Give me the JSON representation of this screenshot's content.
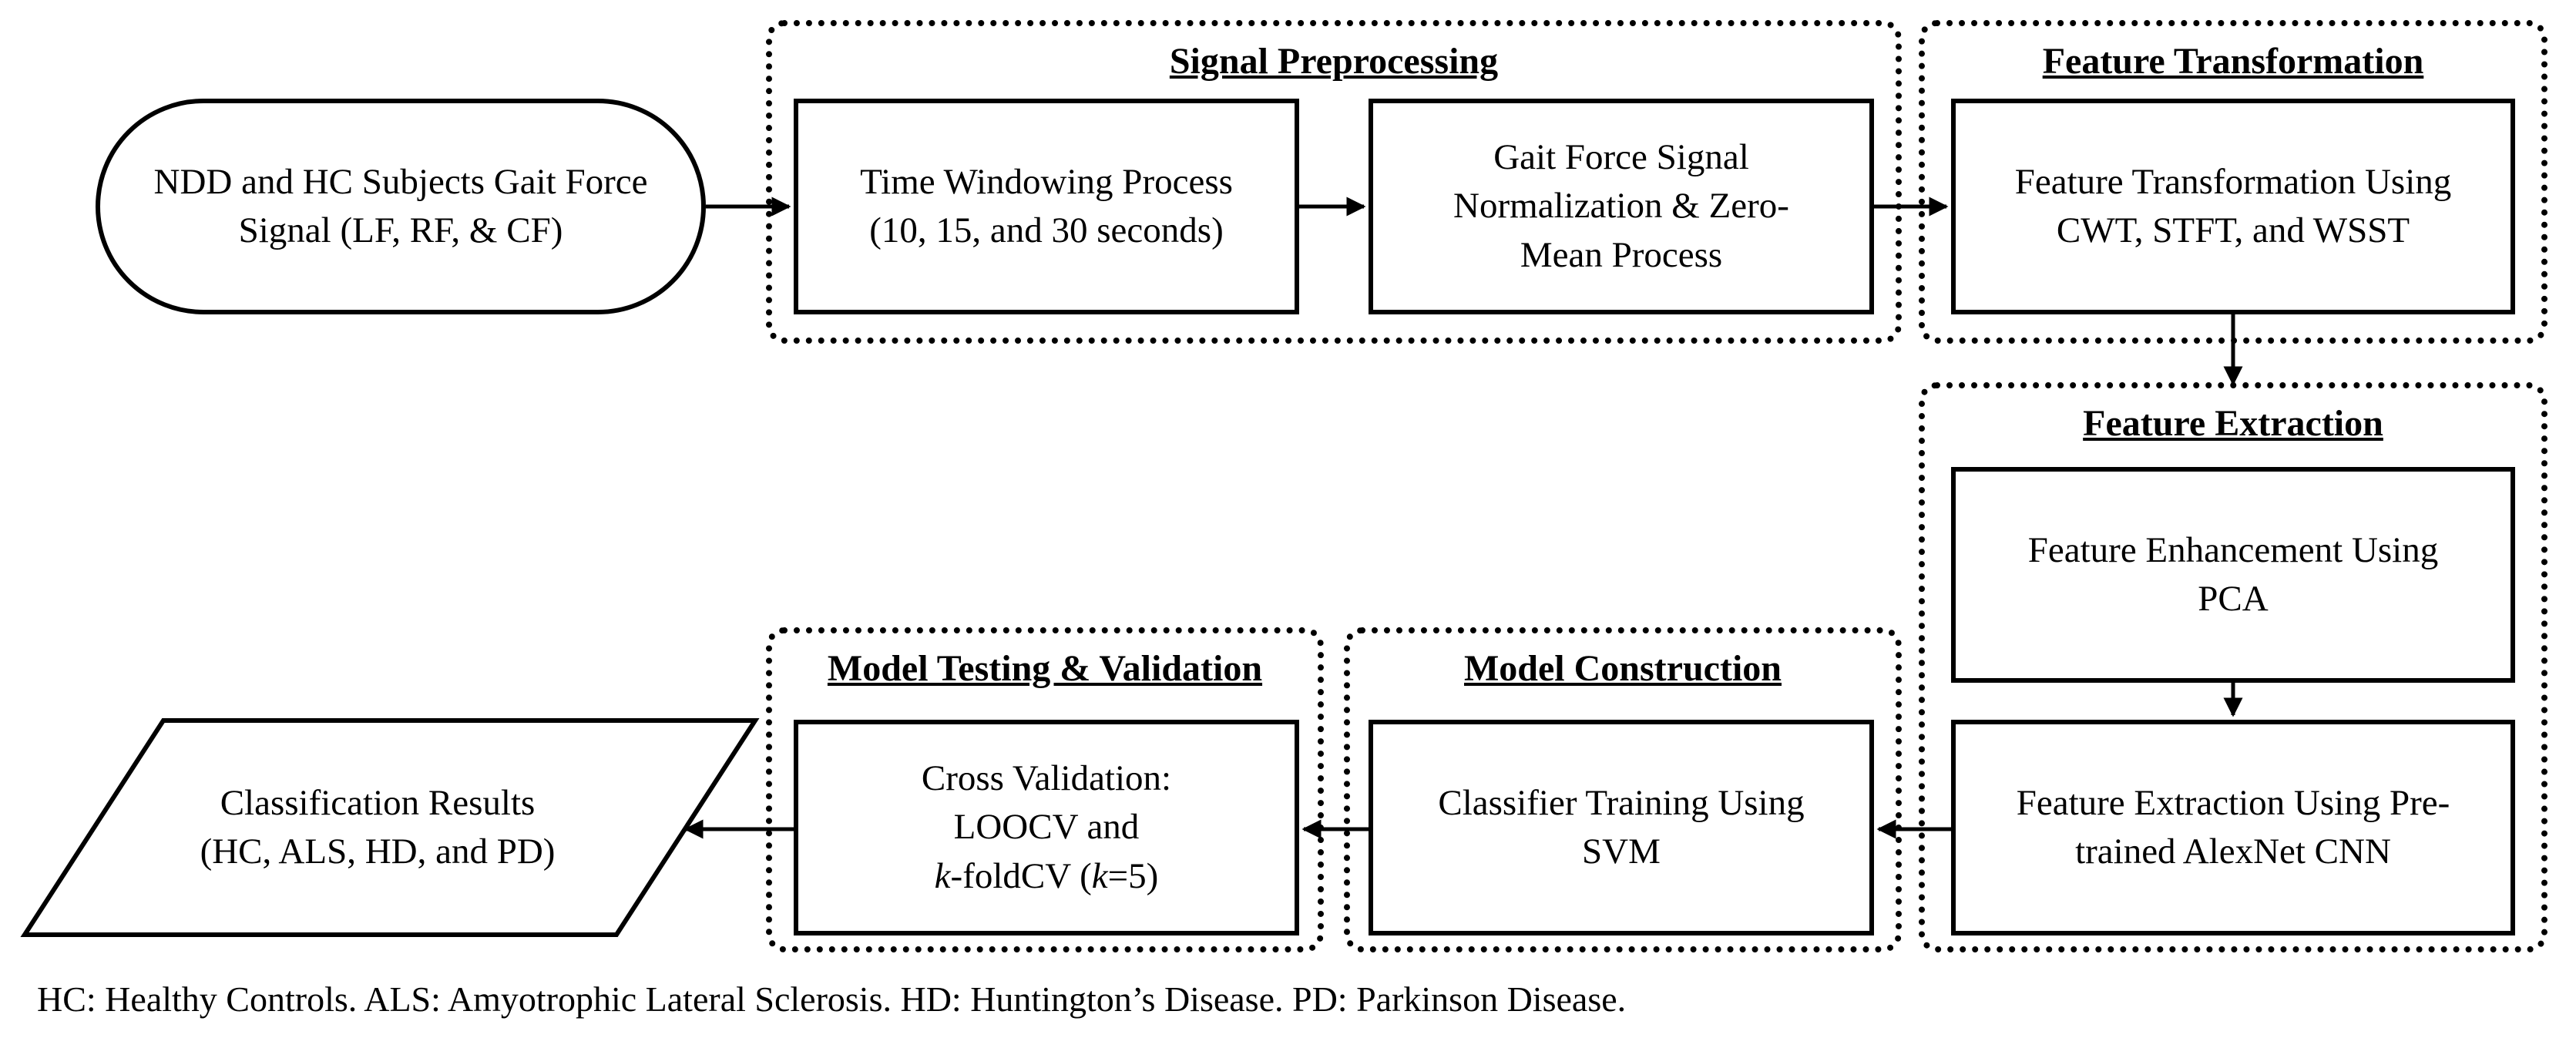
{
  "groups": {
    "signal_preprocessing": "Signal Preprocessing",
    "feature_transformation": "Feature Transformation",
    "feature_extraction": "Feature Extraction",
    "model_testing": "Model Testing & Validation",
    "model_construction": "Model Construction"
  },
  "nodes": {
    "start": {
      "line1": "NDD and HC Subjects Gait",
      "line2": "Force Signal (LF, RF, & CF)"
    },
    "time_windowing": {
      "line1": "Time Windowing Process",
      "line2": "(10, 15, and 30 seconds)"
    },
    "normalization": {
      "line1": "Gait Force Signal",
      "line2": "Normalization & Zero-",
      "line3": "Mean Process"
    },
    "transformation": {
      "line1": "Feature Transformation Using",
      "line2": "CWT, STFT, and WSST"
    },
    "enhancement": {
      "line1": "Feature Enhancement Using",
      "line2": "PCA"
    },
    "extraction": {
      "line1": "Feature Extraction Using Pre-",
      "line2": "trained AlexNet CNN"
    },
    "classifier_training": {
      "line1": "Classifier Training Using",
      "line2": "SVM"
    },
    "cross_validation": {
      "line1": "Cross Validation:",
      "line2": "LOOCV and",
      "line3_italic_k": "k",
      "line3_mid": "-foldCV (",
      "line3_italic_k2": "k",
      "line3_end": "=5)"
    },
    "results": {
      "line1": "Classification Results",
      "line2": "(HC, ALS, HD, and PD)"
    }
  },
  "footnote": "HC: Healthy Controls. ALS: Amyotrophic  Lateral Sclerosis. HD: Huntington’s Disease. PD: Parkinson Disease."
}
